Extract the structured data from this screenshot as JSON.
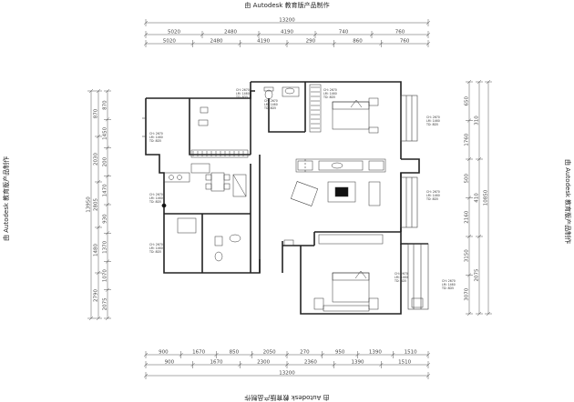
{
  "watermark": "由 Autodesk 教育版产品制作",
  "dimensions": {
    "top_total": "13200",
    "top_row1": [
      "5020",
      "2480",
      "4190",
      "740",
      "760"
    ],
    "top_row2": [
      "5020",
      "2480",
      "4190",
      "290",
      "860",
      "760"
    ],
    "bottom_row1": [
      "900",
      "1670",
      "850",
      "2050",
      "270",
      "950",
      "1390",
      "1510"
    ],
    "bottom_row2": [
      "900",
      "1670",
      "2300",
      "2360",
      "1390",
      "1510"
    ],
    "bottom_total": "13200",
    "left_total": "13950",
    "left_row_outer": [
      "870",
      "2030",
      "2805",
      "1480",
      "2790"
    ],
    "left_row_inner": [
      "870",
      "1450",
      "200",
      "1470",
      "930",
      "1370",
      "1070",
      "2075"
    ],
    "right_row_inner": [
      "650",
      "1760",
      "500",
      "2160",
      "3150",
      "3070"
    ],
    "right_row_outer": [
      "310",
      "410",
      "2075"
    ],
    "right_total": "10850"
  },
  "room_labels": {
    "kitchen": [
      "CH: 2670",
      "LM: 1460",
      "TD: 8D5"
    ],
    "dining": [
      "CH: 2670",
      "LM: 1460",
      "TD: 8D5"
    ],
    "entry": [
      "CH: 2670",
      "LM: 1460",
      "TD: 8D5"
    ],
    "bath": [
      "CH: 2670",
      "LM: 1460",
      "TD: 8D5"
    ],
    "bedroom1": [
      "CH: 2670",
      "LM: 1460",
      "TD: 8D5"
    ],
    "living": [
      "CH: 2670",
      "LM: 1460",
      "TD: 8D5"
    ],
    "bedroom2": [
      "CH: 2670",
      "LM: 1460",
      "TD: 8D5"
    ],
    "balcony": [
      "CH: 2670",
      "LM: 1460",
      "TD: 8D5"
    ],
    "corridor": [
      "CH: 2670",
      "LM: 1460",
      "TD: 8D5"
    ],
    "toilet": [
      "CH: 2670",
      "LM: 1460",
      "TD: 8D5"
    ]
  }
}
